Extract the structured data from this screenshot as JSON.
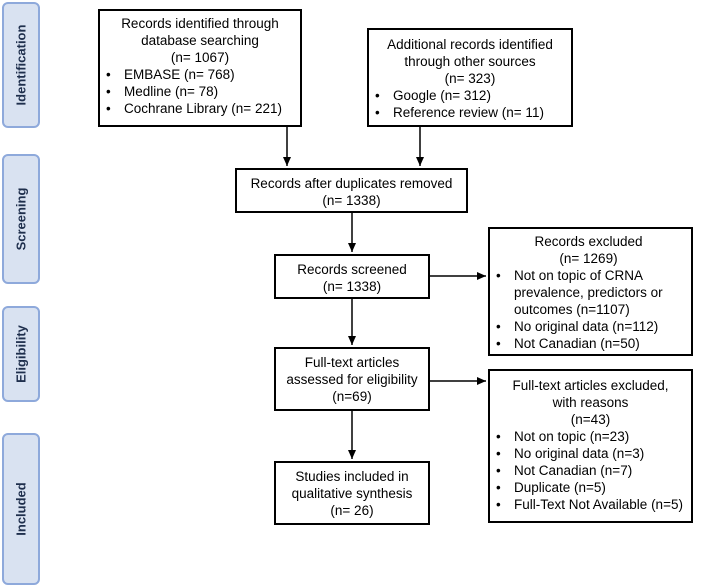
{
  "phases": {
    "identification": "Identification",
    "screening": "Screening",
    "eligibility": "Eligibility",
    "included": "Included"
  },
  "boxes": {
    "database_search": {
      "lines": [
        "Records identified through",
        "database searching",
        "(n= 1067)"
      ],
      "items": [
        "EMBASE (n= 768)",
        "Medline (n= 78)",
        "Cochrane Library (n= 221)"
      ]
    },
    "other_sources": {
      "lines": [
        "Additional records identified",
        "through other sources",
        "(n= 323)"
      ],
      "items": [
        "Google (n= 312)",
        "Reference review (n= 11)"
      ]
    },
    "duplicates_removed": {
      "lines": [
        "Records after duplicates removed",
        "(n= 1338)"
      ]
    },
    "screened": {
      "lines": [
        "Records screened",
        "(n= 1338)"
      ]
    },
    "excluded": {
      "lines": [
        "Records excluded",
        "(n= 1269)"
      ],
      "items": [
        "Not on topic of CRNA prevalence, predictors or outcomes (n=1107)",
        "No original data (n=112)",
        "Not Canadian (n=50)"
      ]
    },
    "fulltext_assessed": {
      "lines": [
        "Full-text articles",
        "assessed for eligibility",
        "(n=69)"
      ]
    },
    "fulltext_excluded": {
      "lines": [
        "Full-text articles excluded,",
        "with reasons",
        "(n=43)"
      ],
      "items": [
        "Not on topic (n=23)",
        "No original data (n=3)",
        "Not Canadian (n=7)",
        "Duplicate (n=5)",
        "Full-Text Not Available (n=5)"
      ]
    },
    "included_studies": {
      "lines": [
        "Studies included in",
        "qualitative synthesis",
        "(n= 26)"
      ]
    }
  }
}
